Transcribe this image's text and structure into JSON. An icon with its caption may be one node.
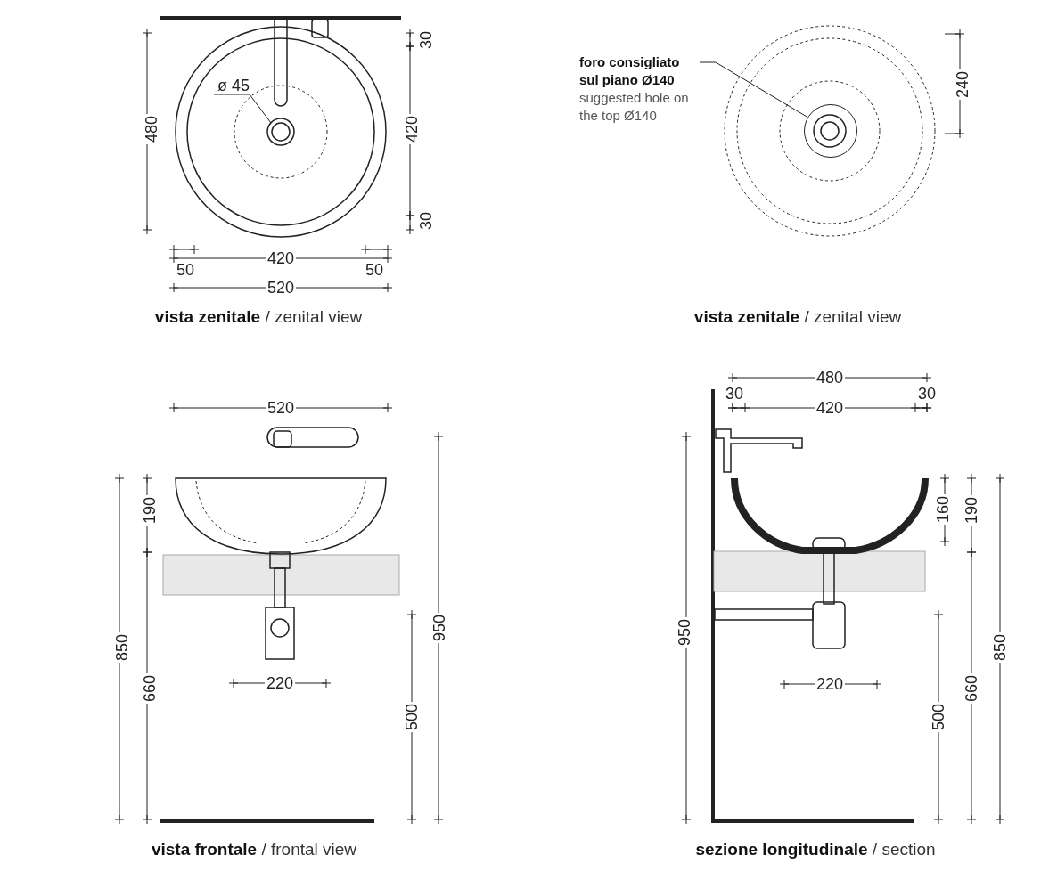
{
  "diagram": {
    "nodes": [
      {
        "text": [
          "foro consigliato sul piano Ø140",
          "suggested hole on the top Ø140"
        ]
      },
      {
        "text": [],
        "shape": "circle"
      }
    ],
    "edges": [
      {
        "from": 0,
        "to": 1,
        "arrow": "none"
      }
    ],
    "labels": [
      "30",
      "ø 45",
      "480",
      "420",
      "30",
      "420",
      "50",
      "50",
      "520",
      "**vista zenitale** / zenital view",
      "240",
      "**vista zenitale** / zenital view",
      "520",
      "190",
      "850",
      "660",
      "950",
      "500",
      "220",
      "**vista frontale** / frontal view",
      "480",
      "30",
      "420",
      "30",
      "160",
      "190",
      "950",
      "500",
      "660",
      "850",
      "220",
      "**sezione longitudinale** / section"
    ]
  }
}
